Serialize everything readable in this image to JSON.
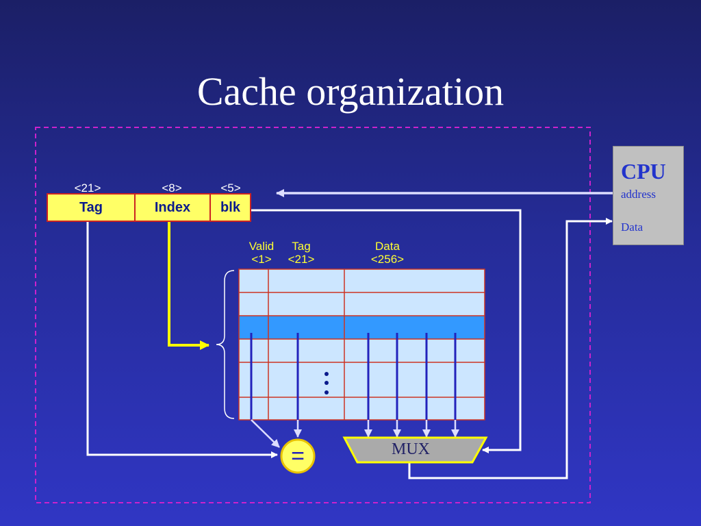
{
  "slide": {
    "title": "Cache organization"
  },
  "address": {
    "fields": [
      {
        "label": "Tag",
        "bits": "<21>"
      },
      {
        "label": "Index",
        "bits": "<8>"
      },
      {
        "label": "blk",
        "bits": "<5>"
      }
    ]
  },
  "cache": {
    "columns": [
      {
        "name": "Valid",
        "bits": "<1>"
      },
      {
        "name": "Tag",
        "bits": "<21>"
      },
      {
        "name": "Data",
        "bits": "<256>"
      }
    ],
    "colors": {
      "row": "#cce6ff",
      "selected_row": "#3399ff",
      "grid_line": "#cc3322"
    }
  },
  "cpu": {
    "title": "CPU",
    "address_label": "address",
    "data_label": "Data"
  },
  "comparator": {
    "label": "="
  },
  "mux": {
    "label": "MUX"
  },
  "colors": {
    "field_fill": "#ffff66",
    "wire": "#ffffff",
    "index_wire": "#ffff00",
    "frame": "#cc22cc"
  }
}
